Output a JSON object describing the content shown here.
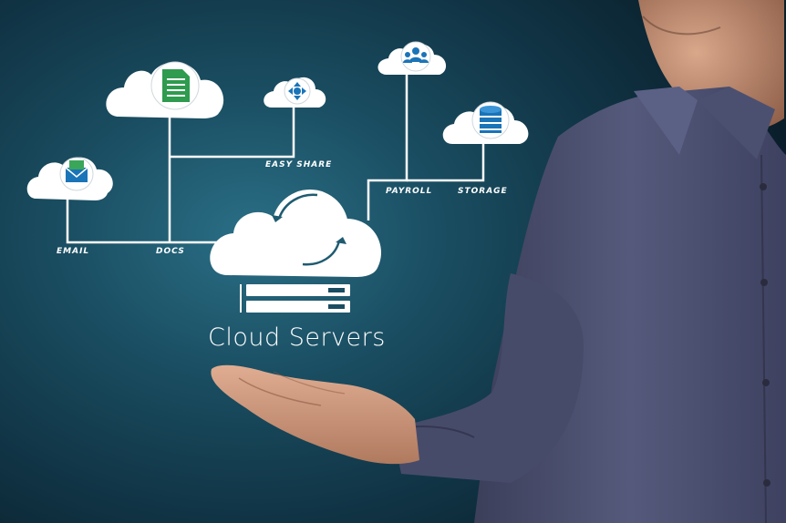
{
  "diagram": {
    "title": "Cloud Servers",
    "labels": {
      "email": "EMAIL",
      "docs": "DOCS",
      "easy_share": "EASY SHARE",
      "payroll": "PAYROLL",
      "storage": "STORAGE"
    }
  },
  "colors": {
    "background": "#1a4d61",
    "cloud": "#ffffff",
    "icon_blue": "#1a74b8",
    "icon_green": "#3aa65a",
    "shirt": "#4b4f6e",
    "skin": "#c99276"
  },
  "icons": [
    "email-icon",
    "document-icon",
    "share-icon",
    "people-icon",
    "database-icon",
    "server-icon"
  ]
}
